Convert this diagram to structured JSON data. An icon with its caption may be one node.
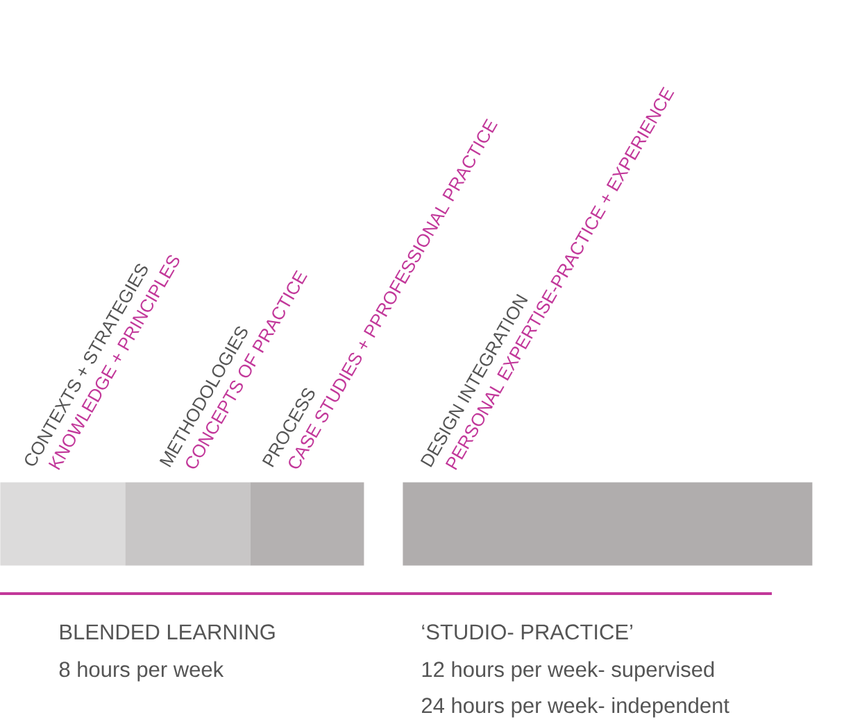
{
  "diagram": {
    "nodes": [
      {
        "text": [
          "CONTEXTS + STRATEGIES",
          "KNOWLEDGE + PRINCIPLES"
        ]
      },
      {
        "text": [
          "METHODOLOGIES",
          "CONCEPTS OF PRACTICE"
        ]
      },
      {
        "text": [
          "PROCESS",
          "CASE STUDIES + PPROFESSIONAL PRACTICE"
        ]
      },
      {
        "text": [
          "DESIGN INTEGRATION",
          "PERSONAL EXPERTISE-PRACTICE + EXPERIENCE"
        ]
      }
    ],
    "edges": [],
    "labels": [
      "BLENDED LEARNING",
      "8 hours per week",
      "‘STUDIO- PRACTICE’",
      "12 hours per week- supervised",
      "24 hours per week- independent"
    ]
  }
}
